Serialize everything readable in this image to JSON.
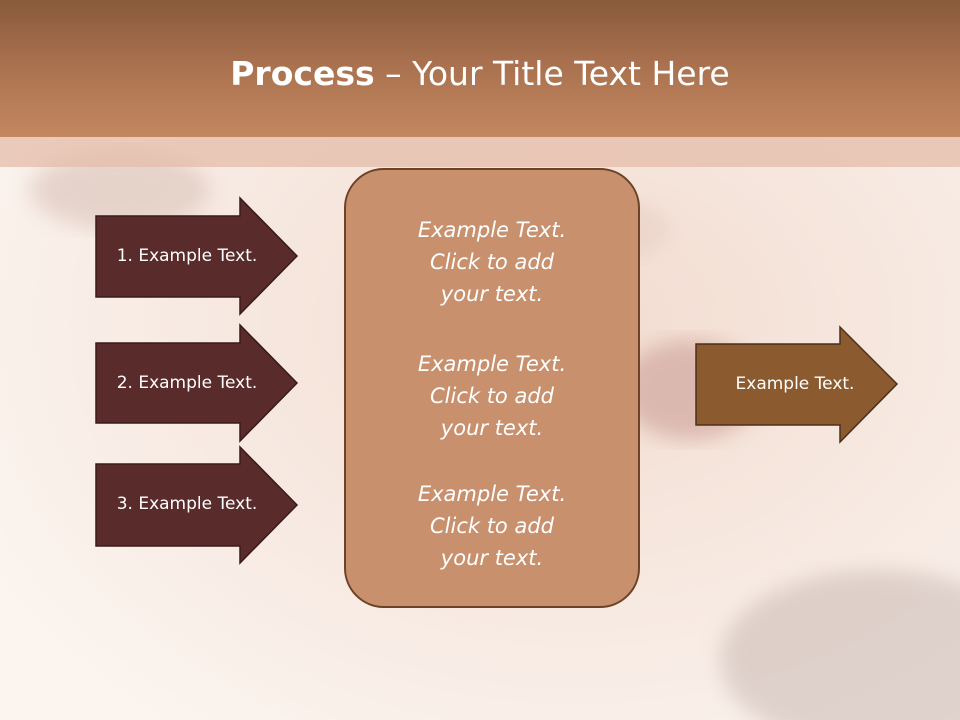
{
  "slide": {
    "title_bold": "Process",
    "title_rest": " – Your Title Text Here"
  },
  "left_arrows": [
    {
      "label": "1. Example Text."
    },
    {
      "label": "2. Example Text."
    },
    {
      "label": "3. Example Text."
    }
  ],
  "center_box": {
    "blocks": [
      {
        "lines": [
          "Example Text.",
          "Click  to add",
          "your text."
        ]
      },
      {
        "lines": [
          "Example Text.",
          "Click  to add",
          "your text."
        ]
      },
      {
        "lines": [
          "Example Text.",
          "Click  to add",
          "your text."
        ]
      }
    ]
  },
  "right_arrow": {
    "label": "Example Text."
  },
  "colors": {
    "header": "#a8704e",
    "left_arrow_fill": "#5a2b2b",
    "center_fill": "#c8906d",
    "right_arrow_fill": "#8b5a2f"
  }
}
